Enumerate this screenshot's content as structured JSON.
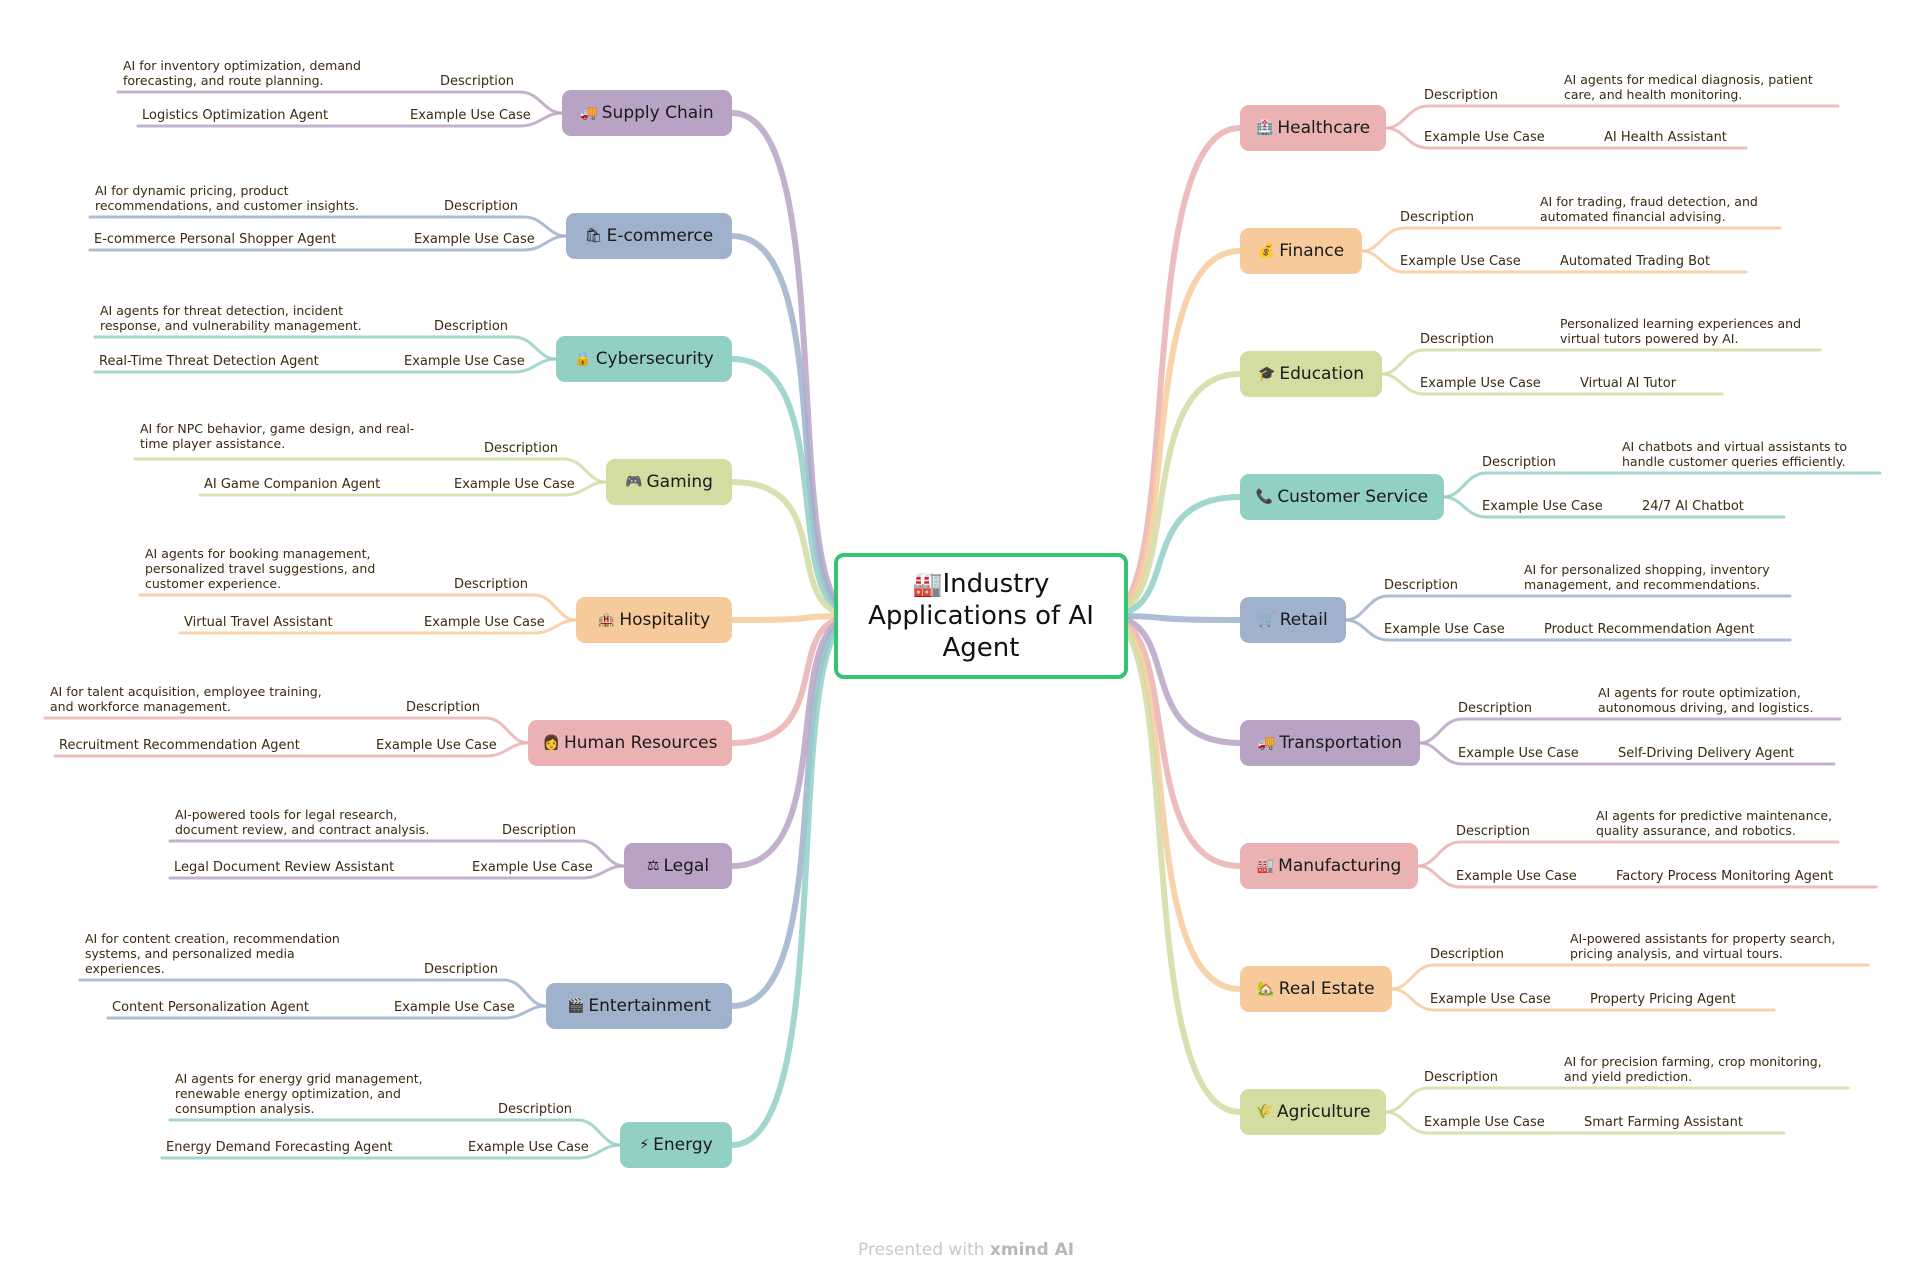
{
  "root": {
    "icon": "🏭",
    "title": "Industry Applications of AI Agent"
  },
  "labels": {
    "description": "Description",
    "example": "Example Use Case"
  },
  "footer": {
    "presented": "Presented with",
    "brand": "xmind AI"
  },
  "colors": {
    "purple": "#b9a3c4",
    "blue": "#9fb1cb",
    "teal": "#92cfc5",
    "lime": "#d4dca2",
    "orange": "#f7ca9c",
    "pink": "#eab2b2",
    "root": "#34c474"
  },
  "left": [
    {
      "name": "Supply Chain",
      "icon": "🚚",
      "color": "purple",
      "description": "AI for inventory optimization, demand\nforecasting, and route planning.",
      "example": "Logistics Optimization Agent"
    },
    {
      "name": "E-commerce",
      "icon": "🛍",
      "color": "blue",
      "description": "AI for dynamic pricing, product\nrecommendations, and customer insights.",
      "example": "E-commerce Personal Shopper Agent"
    },
    {
      "name": "Cybersecurity",
      "icon": "🔒",
      "color": "teal",
      "description": "AI agents for threat detection, incident\nresponse, and vulnerability management.",
      "example": "Real-Time Threat Detection Agent"
    },
    {
      "name": "Gaming",
      "icon": "🎮",
      "color": "lime",
      "description": "AI for NPC behavior, game design, and real-\ntime player assistance.",
      "example": "AI Game Companion Agent"
    },
    {
      "name": "Hospitality",
      "icon": "🏨",
      "color": "orange",
      "description": "AI agents for booking management,\npersonalized travel suggestions, and\ncustomer experience.",
      "example": "Virtual Travel Assistant"
    },
    {
      "name": "Human Resources",
      "icon": "👩",
      "color": "pink",
      "description": "AI for talent acquisition, employee training,\nand workforce management.",
      "example": "Recruitment Recommendation Agent"
    },
    {
      "name": "Legal",
      "icon": "⚖",
      "color": "purple",
      "description": "AI-powered tools for legal research,\ndocument review, and contract analysis.",
      "example": "Legal Document Review Assistant"
    },
    {
      "name": "Entertainment",
      "icon": "🎬",
      "color": "blue",
      "description": "AI for content creation, recommendation\nsystems, and personalized media\nexperiences.",
      "example": "Content Personalization Agent"
    },
    {
      "name": "Energy",
      "icon": "⚡",
      "color": "teal",
      "description": "AI agents for energy grid management,\nrenewable energy optimization, and\nconsumption analysis.",
      "example": "Energy Demand Forecasting Agent"
    }
  ],
  "right": [
    {
      "name": "Healthcare",
      "icon": "🏥",
      "color": "pink",
      "description": "AI agents for medical diagnosis, patient\ncare, and health monitoring.",
      "example": "AI Health Assistant"
    },
    {
      "name": "Finance",
      "icon": "💰",
      "color": "orange",
      "description": "AI for trading, fraud detection, and\nautomated financial advising.",
      "example": "Automated Trading Bot"
    },
    {
      "name": "Education",
      "icon": "🎓",
      "color": "lime",
      "description": "Personalized learning experiences and\nvirtual tutors powered by AI.",
      "example": "Virtual AI Tutor"
    },
    {
      "name": "Customer Service",
      "icon": "📞",
      "color": "teal",
      "description": "AI chatbots and virtual assistants to\nhandle customer queries efficiently.",
      "example": "24/7 AI Chatbot"
    },
    {
      "name": "Retail",
      "icon": "🛒",
      "color": "blue",
      "description": "AI for personalized shopping, inventory\nmanagement, and recommendations.",
      "example": "Product Recommendation Agent"
    },
    {
      "name": "Transportation",
      "icon": "🚚",
      "color": "purple",
      "description": "AI agents for route optimization,\nautonomous driving, and logistics.",
      "example": "Self-Driving Delivery Agent"
    },
    {
      "name": "Manufacturing",
      "icon": "🏭",
      "color": "pink",
      "description": "AI agents for predictive maintenance,\nquality assurance, and robotics.",
      "example": "Factory Process Monitoring Agent"
    },
    {
      "name": "Real Estate",
      "icon": "🏡",
      "color": "orange",
      "description": "AI-powered assistants for property search,\npricing analysis, and virtual tours.",
      "example": "Property Pricing Agent"
    },
    {
      "name": "Agriculture",
      "icon": "🌾",
      "color": "lime",
      "description": "AI for precision farming, crop monitoring,\nand yield prediction.",
      "example": "Smart Farming Assistant"
    }
  ]
}
